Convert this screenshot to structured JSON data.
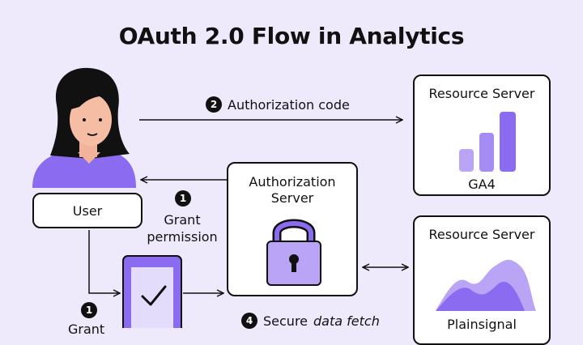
{
  "title": "OAuth 2.0 Flow in Analytics",
  "user": {
    "label": "User"
  },
  "auth_server": {
    "label_line1": "Authorization",
    "label_line2": "Server"
  },
  "resource_top": {
    "heading": "Resource Server",
    "name": "GA4"
  },
  "resource_bottom": {
    "heading": "Resource Server",
    "name": "Plainsignal"
  },
  "steps": {
    "auth_code": {
      "number": "2",
      "label": "Authorization code"
    },
    "grant": {
      "number": "1",
      "line1": "Grant",
      "line2": "permission"
    },
    "grant_lower": {
      "number": "1",
      "label": "Grant"
    },
    "secure_fetch": {
      "number": "4",
      "label": "Secure",
      "label_em": "data fetch"
    }
  },
  "colors": {
    "accent": "#8b6cf0",
    "accent_light": "#b9a4f6",
    "background": "#efeafb"
  }
}
